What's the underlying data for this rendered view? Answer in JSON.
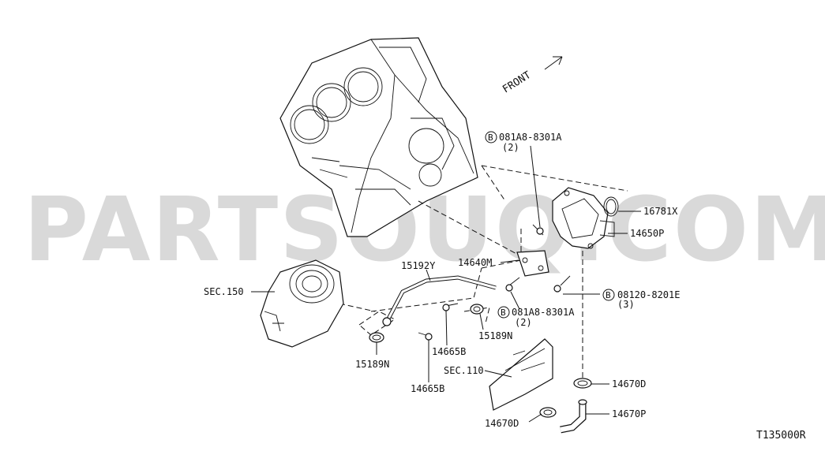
{
  "watermark": "PARTSOUQ.COM",
  "front_label": "FRONT",
  "diagram_code": "T135000R",
  "labels": {
    "bolt_top_code": "081A8-8301A",
    "bolt_top_qty": "(2)",
    "gasket": "16781X",
    "housing": "14650P",
    "bracket": "14640M",
    "tube": "15192Y",
    "sec150": "SEC.150",
    "bolt_right_code": "08120-8201E",
    "bolt_right_qty": "(3)",
    "bolt_mid_code": "081A8-8301A",
    "bolt_mid_qty": "(2)",
    "clamp_right": "15189N",
    "bolt_center": "14665B",
    "clamp_left": "15189N",
    "bolt_left": "14665B",
    "sec110": "SEC.110",
    "clip_right": "14670D",
    "hose": "14670P",
    "clip_bottom": "14670D"
  },
  "callout_letter": "B"
}
